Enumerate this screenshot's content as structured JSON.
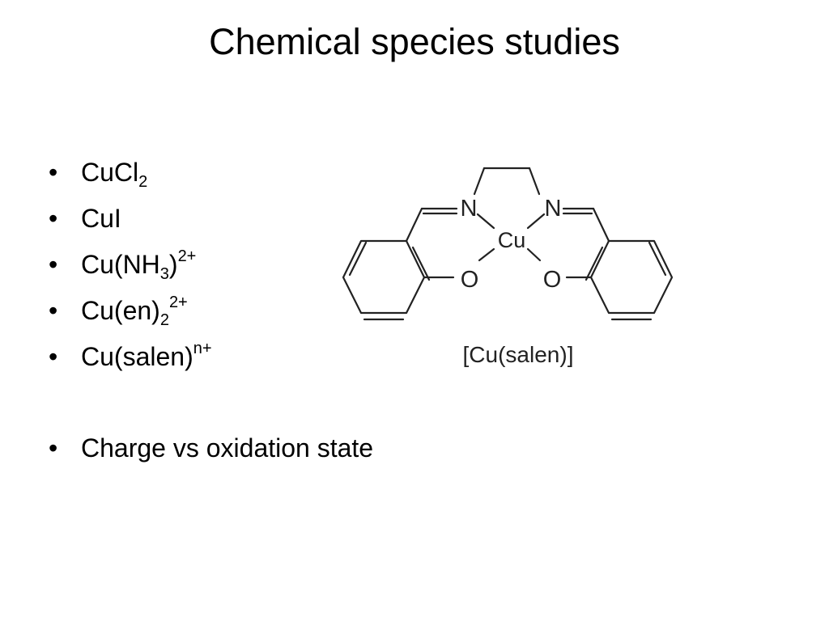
{
  "title": "Chemical species studies",
  "bullet_symbol": "•",
  "bullets": [
    {
      "base": "CuCl",
      "sub": "2",
      "sup": "",
      "tail": ""
    },
    {
      "base": "CuI",
      "sub": "",
      "sup": "",
      "tail": ""
    },
    {
      "base": "Cu(NH",
      "sub": "3",
      "sup": "",
      "tail": ")",
      "tail_sup": "2+"
    },
    {
      "base": "Cu(en)",
      "sub": "2",
      "sup": "2+",
      "tail": ""
    },
    {
      "base": "Cu(salen)",
      "sub": "",
      "sup": "n+",
      "tail": ""
    },
    {
      "base": "Charge vs oxidation state",
      "sub": "",
      "sup": "",
      "tail": ""
    }
  ],
  "structure": {
    "atoms": {
      "n_left": "N",
      "n_right": "N",
      "cu": "Cu",
      "o_left": "O",
      "o_right": "O"
    },
    "caption": "[Cu(salen)]"
  }
}
